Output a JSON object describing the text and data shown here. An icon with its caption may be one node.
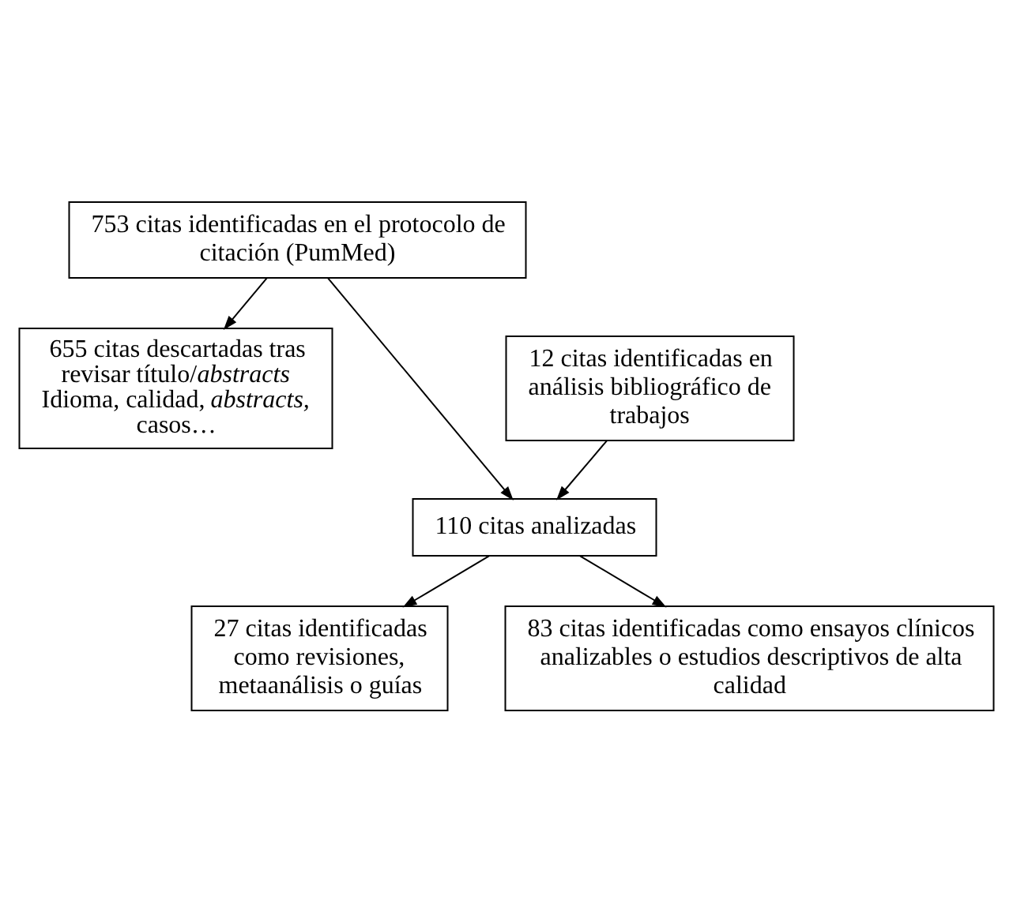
{
  "diagram": {
    "nodes": [
      {
        "text": [
          "753 citas identificadas en el protocolo de citación (PumMed)"
        ]
      },
      {
        "text": [
          "655 citas descartadas tras revisar título/*abstracts*",
          "Idioma, calidad, *abstracts,* casos…"
        ]
      },
      {
        "text": [
          "12 citas identificadas en análisis bibliográfico de trabajos"
        ]
      },
      {
        "text": [
          "110 citas analizadas"
        ]
      },
      {
        "text": [
          "27 citas identificadas como revisiones, metaanálisis o guías"
        ]
      },
      {
        "text": [
          "83 citas identificadas como ensayos clínicos analizables o estudios descriptivos de alta calidad"
        ]
      }
    ],
    "edges": [
      {
        "from": 0,
        "to": 1,
        "arrow": "to"
      },
      {
        "from": 0,
        "to": 3,
        "arrow": "to"
      },
      {
        "from": 2,
        "to": 3,
        "arrow": "to"
      },
      {
        "from": 3,
        "to": 4,
        "arrow": "to"
      },
      {
        "from": 3,
        "to": 5,
        "arrow": "to"
      }
    ]
  }
}
